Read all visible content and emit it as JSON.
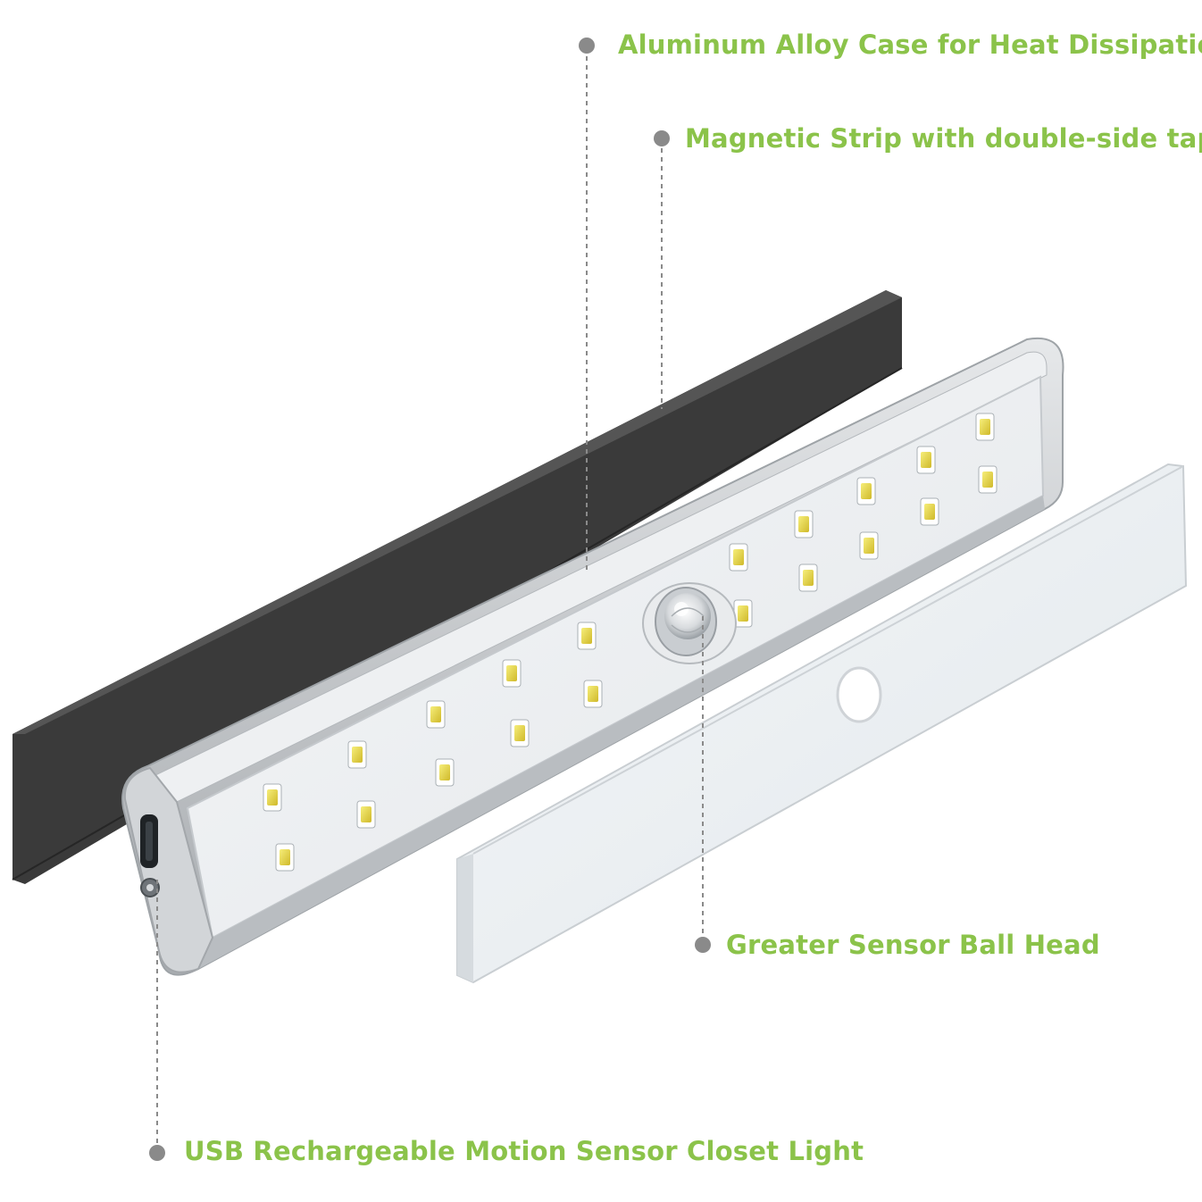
{
  "colors": {
    "label_green": "#8bc34a",
    "leader_gray": "#8a8a8a",
    "magnet_strip": "#3b3b3b",
    "aluminum_case": "#c9cccf",
    "led_yellow": "#e8d93a"
  },
  "callouts": {
    "aluminum_case": "Aluminum Alloy Case for Heat Dissipation",
    "magnetic_strip": "Magnetic Strip with double-side tape",
    "sensor_head": "Greater Sensor Ball Head",
    "usb_light": "USB Rechargeable Motion Sensor Closet Light"
  },
  "icons": {
    "callout_marker": "dot-icon",
    "led": "smd-led-icon",
    "pir_sensor": "pir-sensor-icon",
    "usb_port": "micro-usb-port-icon",
    "switch": "power-switch-icon"
  }
}
